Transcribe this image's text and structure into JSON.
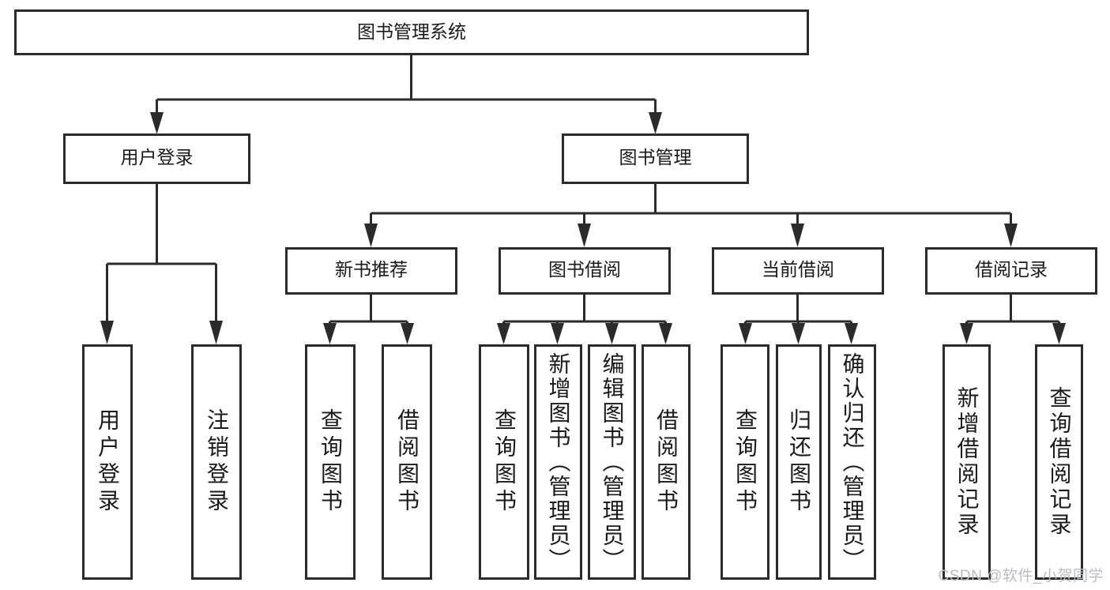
{
  "diagram": {
    "type": "tree-hierarchy-flowchart",
    "title": "图书管理系统",
    "orientation": "top-down",
    "background_color": "#ffffff",
    "line_color": "#2b2b2b",
    "box_fill": "#ffffff",
    "text_color": "#1a1a1a",
    "levels": [
      {
        "level": 1,
        "nodes": [
          {
            "id": "root",
            "label": "图书管理系统",
            "orientation": "horizontal"
          }
        ]
      },
      {
        "level": 2,
        "nodes": [
          {
            "id": "login",
            "label": "用户登录",
            "orientation": "horizontal",
            "parent": "root"
          },
          {
            "id": "bookmgmt",
            "label": "图书管理",
            "orientation": "horizontal",
            "parent": "root"
          }
        ]
      },
      {
        "level": 3,
        "nodes": [
          {
            "id": "newbook",
            "label": "新书推荐",
            "orientation": "horizontal",
            "parent": "bookmgmt"
          },
          {
            "id": "borrow",
            "label": "图书借阅",
            "orientation": "horizontal",
            "parent": "bookmgmt"
          },
          {
            "id": "current",
            "label": "当前借阅",
            "orientation": "horizontal",
            "parent": "bookmgmt"
          },
          {
            "id": "records",
            "label": "借阅记录",
            "orientation": "horizontal",
            "parent": "bookmgmt"
          }
        ]
      },
      {
        "level": 4,
        "nodes": [
          {
            "id": "leaf-user-login",
            "label": "用户登录",
            "orientation": "vertical",
            "parent": "login"
          },
          {
            "id": "leaf-user-logout",
            "label": "注销登录",
            "orientation": "vertical",
            "parent": "login"
          },
          {
            "id": "leaf-query-book-new",
            "label": "查询图书",
            "orientation": "vertical",
            "parent": "newbook"
          },
          {
            "id": "leaf-borrow-book-new",
            "label": "借阅图书",
            "orientation": "vertical",
            "parent": "newbook"
          },
          {
            "id": "leaf-query-book-borrow",
            "label": "查询图书",
            "orientation": "vertical",
            "parent": "borrow"
          },
          {
            "id": "leaf-add-book",
            "label": "新增图书（管理员）",
            "orientation": "vertical",
            "parent": "borrow"
          },
          {
            "id": "leaf-edit-book",
            "label": "编辑图书（管理员）",
            "orientation": "vertical",
            "parent": "borrow"
          },
          {
            "id": "leaf-borrow-book",
            "label": "借阅图书",
            "orientation": "vertical",
            "parent": "borrow"
          },
          {
            "id": "leaf-query-book-current",
            "label": "查询图书",
            "orientation": "vertical",
            "parent": "current"
          },
          {
            "id": "leaf-return-book",
            "label": "归还图书",
            "orientation": "vertical",
            "parent": "current"
          },
          {
            "id": "leaf-confirm-return",
            "label": "确认归还（管理员）",
            "orientation": "vertical",
            "parent": "current"
          },
          {
            "id": "leaf-add-record",
            "label": "新增借阅记录",
            "orientation": "vertical",
            "parent": "records"
          },
          {
            "id": "leaf-query-record",
            "label": "查询借阅记录",
            "orientation": "vertical",
            "parent": "records"
          }
        ]
      }
    ]
  },
  "watermark": {
    "text": "CSDN @软件_小贺同学",
    "color": "#b9bcc0"
  }
}
